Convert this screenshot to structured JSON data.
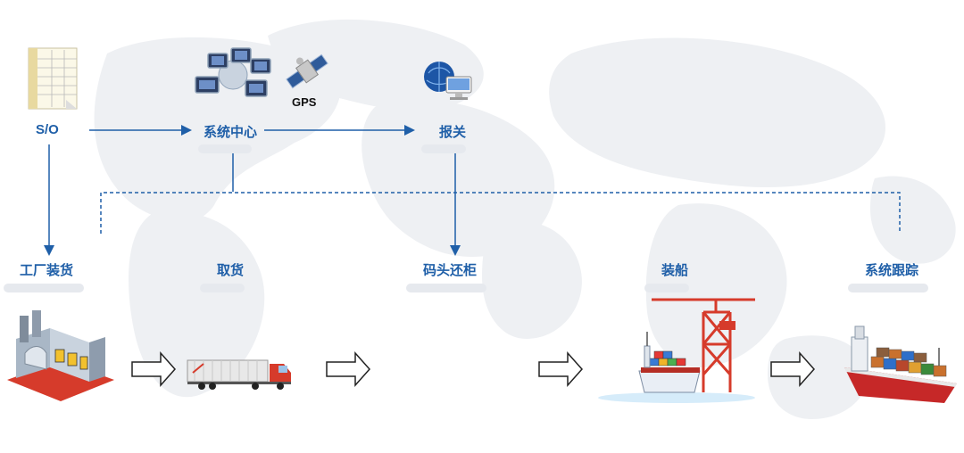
{
  "nodes": {
    "so": "S/O",
    "system_center": "系统中心",
    "gps": "GPS",
    "customs": "报关",
    "factory_loading": "工厂装货",
    "pickup": "取货",
    "terminal_return": "码头还柜",
    "loading_ship": "装船",
    "system_tracking": "系统跟踪"
  },
  "colors": {
    "accent": "#1f5fa8",
    "map": "#eef0f3"
  }
}
